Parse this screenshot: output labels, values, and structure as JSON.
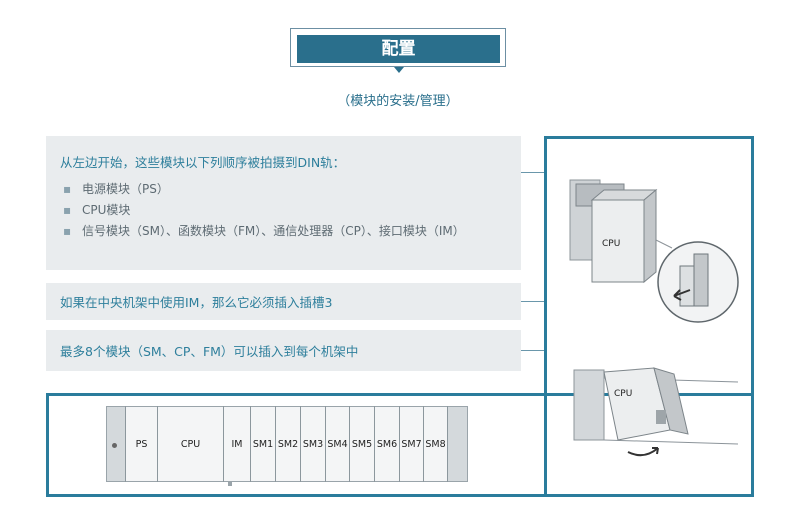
{
  "header": {
    "title": "配置",
    "subtitle": "（模块的安装/管理）"
  },
  "panel_1": {
    "heading": "从左边开始，这些模块以下列顺序被拍摄到DIN轨：",
    "items": [
      "电源模块（PS）",
      "CPU模块",
      "信号模块（SM）、函数模块（FM）、通信处理器（CP）、接口模块（IM）"
    ]
  },
  "panel_2": {
    "text": "如果在中央机架中使用IM，那么它必须插入插槽3"
  },
  "panel_3": {
    "text": "最多8个模块（SM、CP、FM）可以插入到每个机架中"
  },
  "rack": {
    "slots": [
      "PS",
      "CPU",
      "IM",
      "SM1",
      "SM2",
      "SM3",
      "SM4",
      "SM5",
      "SM6",
      "SM7",
      "SM8"
    ]
  },
  "figures": {
    "cpu_label_top": "CPU",
    "cpu_label_bottom": "CPU"
  },
  "colors": {
    "accent": "#2a6f8c",
    "frame": "#2a7c9c",
    "panel_bg": "#e9ecee"
  }
}
